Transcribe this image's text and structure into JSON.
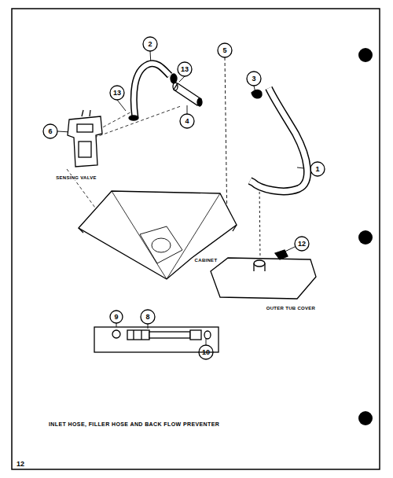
{
  "diagram": {
    "caption": "INLET HOSE, FILLER HOSE AND BACK FLOW PREVENTER",
    "labels": [
      "2",
      "13",
      "5",
      "3",
      "13",
      "4",
      "6",
      "SENSING VALVE",
      "CABINET",
      "1",
      "12",
      "OUTER TUB COVER",
      "9",
      "8",
      "10",
      "12"
    ]
  }
}
